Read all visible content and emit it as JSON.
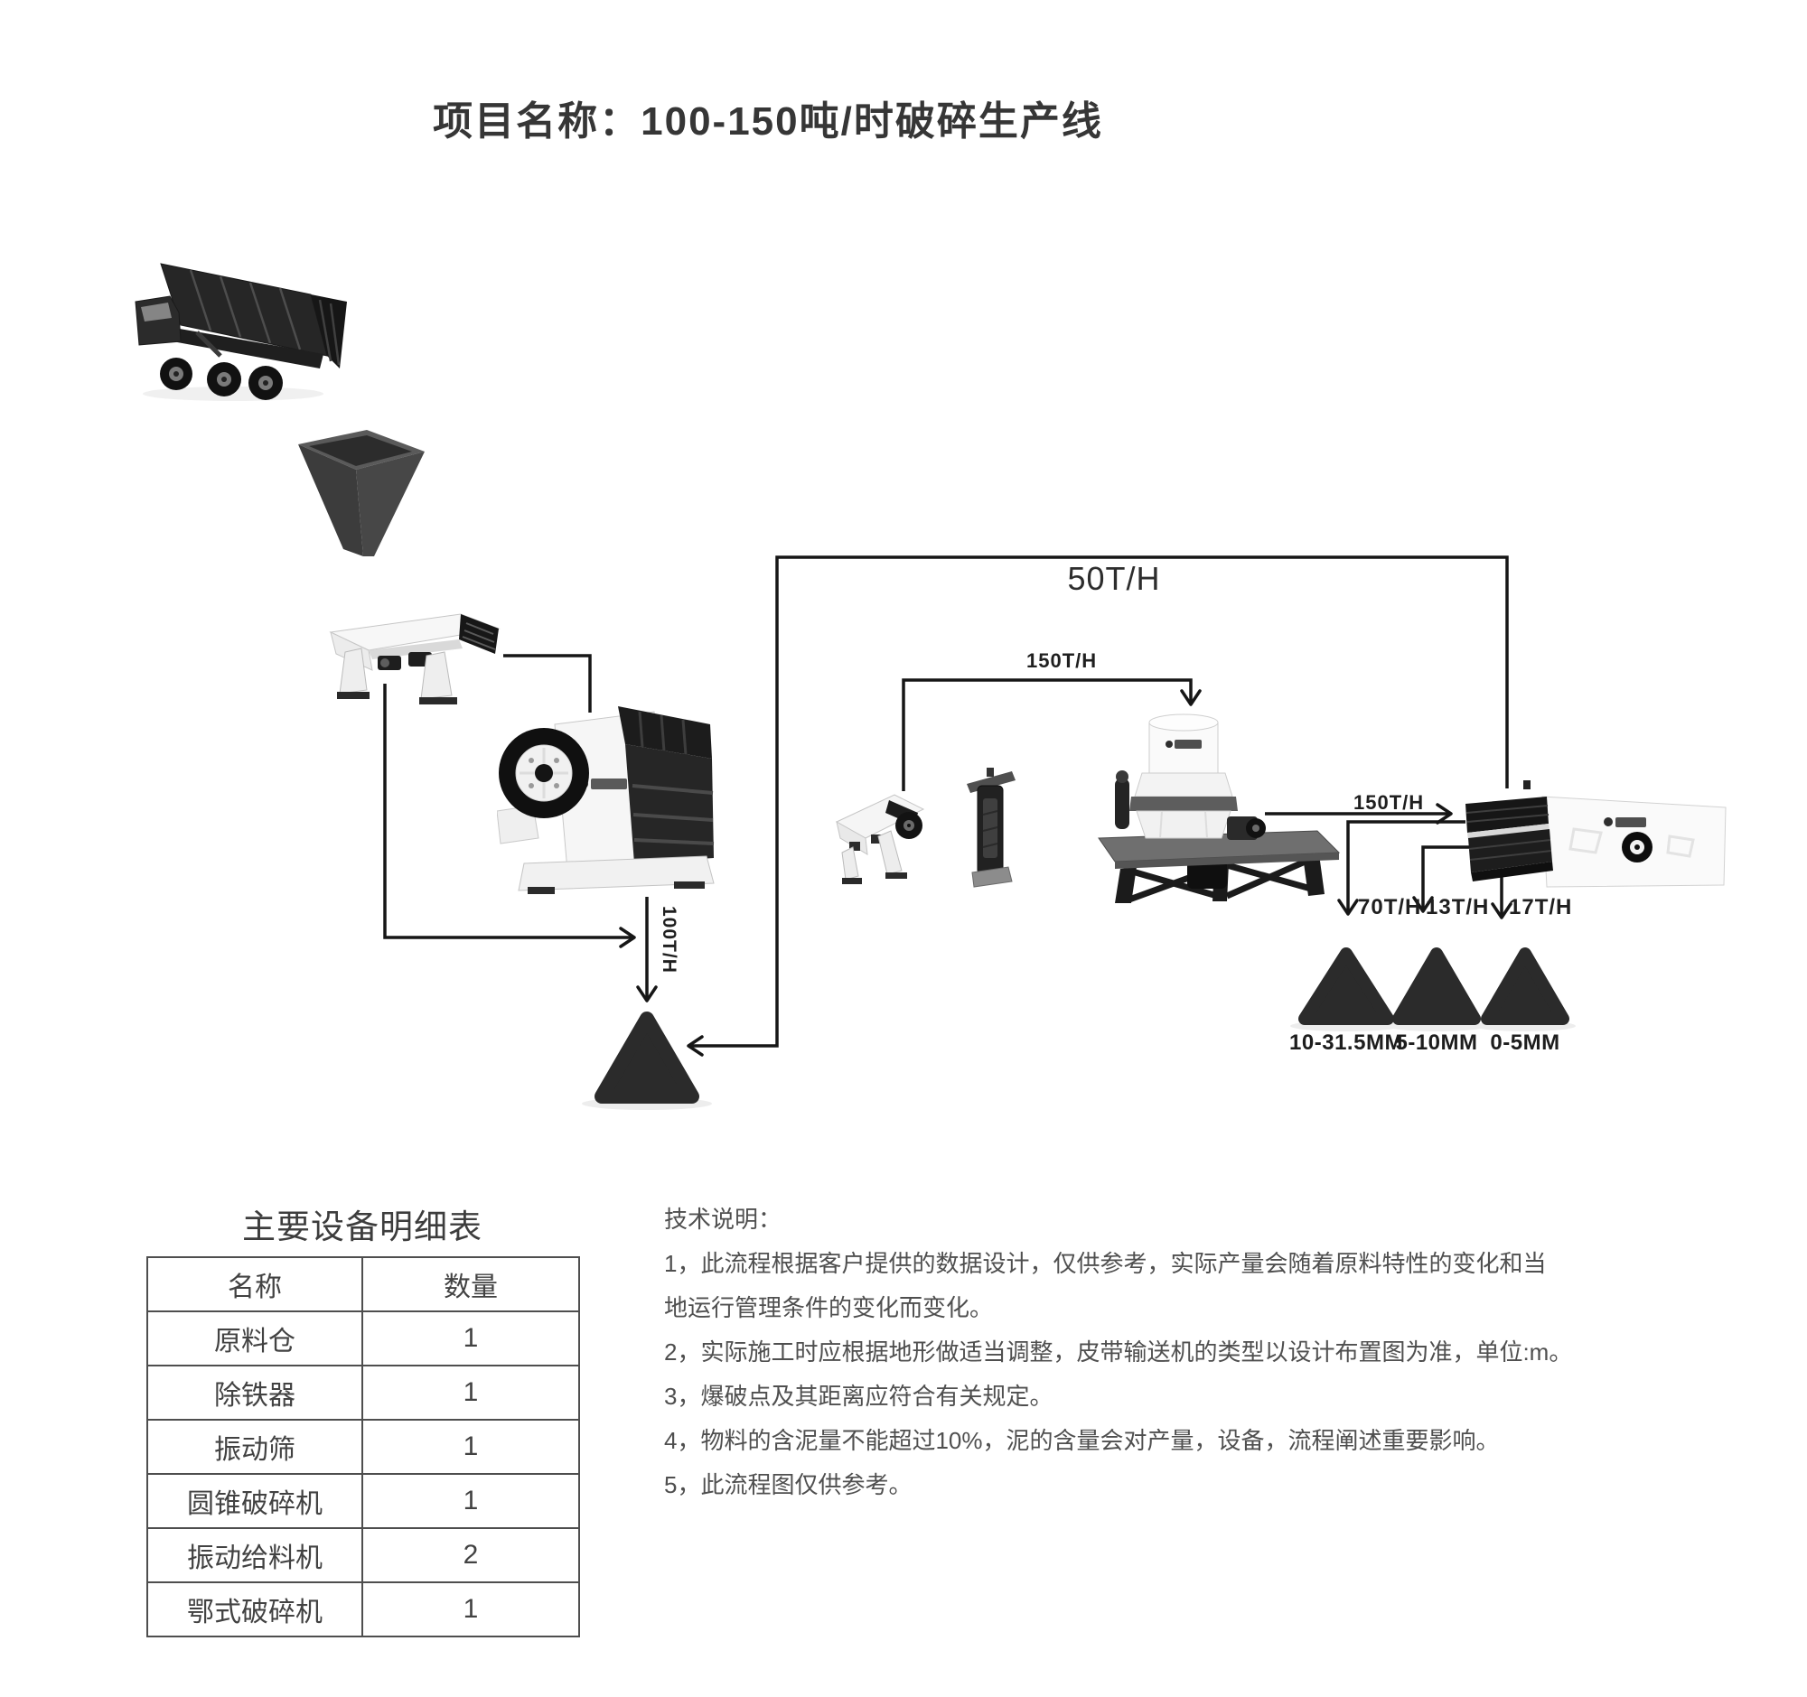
{
  "page": {
    "title": "项目名称：100-150吨/时破碎生产线"
  },
  "flow": {
    "labels": {
      "screen_return": "50T/H",
      "to_cone_crusher": "150T/H",
      "jaw_discharge": "100T/H",
      "to_screen": "150T/H",
      "product1_rate": "70T/H",
      "product2_rate": "13T/H",
      "product3_rate": "17T/H"
    },
    "piles": [
      {
        "label": "10-31.5MM"
      },
      {
        "label": "5-10MM"
      },
      {
        "label": "0-5MM"
      }
    ]
  },
  "equipment_table": {
    "title": "主要设备明细表",
    "headers": [
      "名称",
      "数量"
    ],
    "rows": [
      {
        "name": "原料仓",
        "qty": "1"
      },
      {
        "name": "除铁器",
        "qty": "1"
      },
      {
        "name": "振动筛",
        "qty": "1"
      },
      {
        "name": "圆锥破碎机",
        "qty": "1"
      },
      {
        "name": "振动给料机",
        "qty": "2"
      },
      {
        "name": "鄂式破碎机",
        "qty": "1"
      }
    ]
  },
  "notes": {
    "heading": "技术说明：",
    "lines": [
      "1，此流程根据客户提供的数据设计，仅供参考，实际产量会随着原料特性的变化和当",
      "地运行管理条件的变化而变化。",
      "2，实际施工时应根据地形做适当调整，皮带输送机的类型以设计布置图为准，单位:m。",
      "3，爆破点及其距离应符合有关规定。",
      "4，物料的含泥量不能超过10%，泥的含量会对产量，设备，流程阐述重要影响。",
      "5，此流程图仅供参考。"
    ]
  },
  "colors": {
    "line": "#161616",
    "pile": "#2b2b2b",
    "title_text": "#363636",
    "note_text": "#4f4f4f"
  }
}
